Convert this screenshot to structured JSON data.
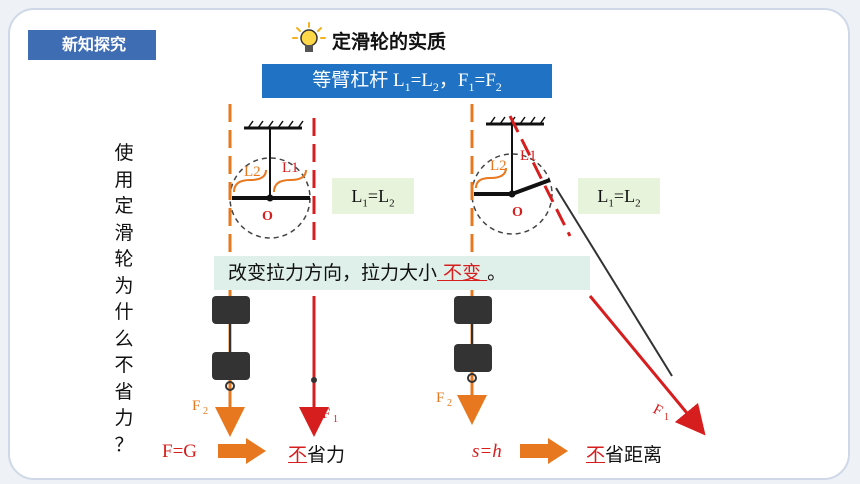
{
  "header": {
    "badge": "新知探究",
    "title": "定滑轮的实质"
  },
  "banner": {
    "prefix": "等臂杠杆 L",
    "l1_sub": "1",
    "eq1": "=L",
    "l2_sub": "2",
    "sep": "，F",
    "f1_sub": "1",
    "eq2": "=F",
    "f2_sub": "2"
  },
  "side_question": [
    "使",
    "用",
    "定",
    "滑",
    "轮",
    "为",
    "什",
    "么",
    "不",
    "省",
    "力",
    "？"
  ],
  "eq_box_left": {
    "l": "L",
    "s1": "1",
    "mid": "=L",
    "s2": "2"
  },
  "eq_box_right": {
    "l": "L",
    "s1": "1",
    "mid": "=L",
    "s2": "2"
  },
  "mid_statement": {
    "text": "改变拉力方向，拉力大小",
    "answer": " 不变 ",
    "end": "。"
  },
  "diagram_labels": {
    "left_l2": "L2",
    "left_l1": "L1",
    "left_o": "O",
    "left_f2": "F",
    "left_f2_sub": "2",
    "left_f1": "F",
    "left_f1_sub": "1",
    "right_l2": "L2",
    "right_l1": "L1",
    "right_o": "O",
    "right_f2": "F",
    "right_f2_sub": "2",
    "right_f1": "F",
    "right_f1_sub": "1"
  },
  "bottom_left": {
    "formula": "F=G",
    "answer": "不",
    "rest": "省力"
  },
  "bottom_right": {
    "formula": "s=h",
    "answer": "不",
    "rest": "省距离"
  },
  "colors": {
    "blue": "#1f72c4",
    "orange": "#e8781f",
    "red": "#d71e1e",
    "badge": "#3f6db3"
  }
}
